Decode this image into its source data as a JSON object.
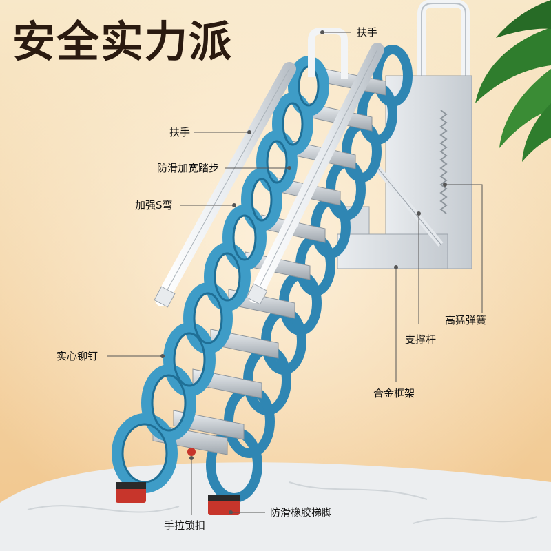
{
  "headline": "安全实力派",
  "labels": {
    "handle_top": "扶手",
    "handrail": "扶手",
    "anti_slip_step": "防滑加宽踏步",
    "reinforced_s_bend": "加强S弯",
    "solid_rivet": "实心铆钉",
    "strong_spring": "高猛弹簧",
    "support_rod": "支撑杆",
    "alloy_frame": "合金框架",
    "anti_slip_rubber_foot": "防滑橡胶梯脚",
    "pull_lock": "手拉锁扣"
  },
  "colors": {
    "background_top": "#f7e6c6",
    "background_bottom": "#f2c78e",
    "ladder_blue": "#3e9cc7",
    "ladder_blue_dark": "#1f6f96",
    "rail_white": "#f4f6f8",
    "step_silver": "#c9ced3",
    "foot_red": "#c7352b",
    "palm_green": "#2f7d2d",
    "marble": "#eef0f2"
  }
}
